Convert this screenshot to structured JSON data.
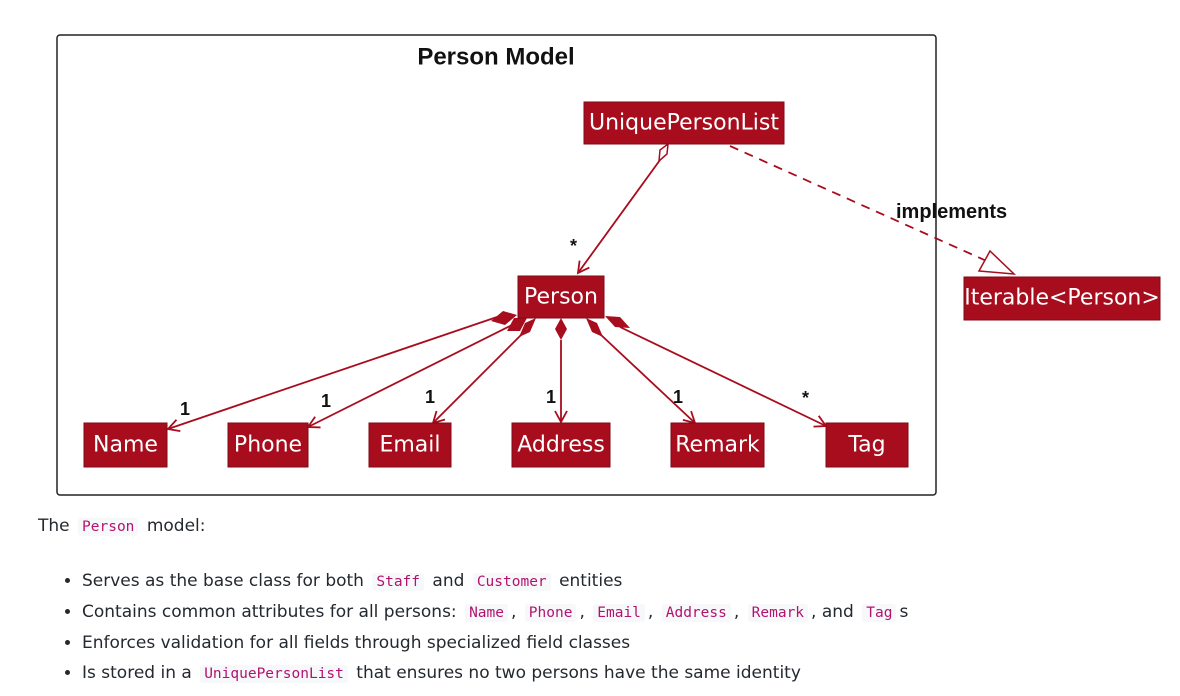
{
  "diagram": {
    "title": "Person Model",
    "classes": {
      "unique_person_list": "UniquePersonList",
      "person": "Person",
      "iterable": "Iterable<Person>",
      "name": "Name",
      "phone": "Phone",
      "email": "Email",
      "address": "Address",
      "remark": "Remark",
      "tag": "Tag"
    },
    "edge_labels": {
      "implements": "implements",
      "list_to_person": "*",
      "to_name": "1",
      "to_phone": "1",
      "to_email": "1",
      "to_address": "1",
      "to_remark": "1",
      "to_tag": "*"
    }
  },
  "description": {
    "intro": {
      "pre": "The",
      "code": "Person",
      "post": "model:"
    },
    "bullets": [
      {
        "parts": [
          "Serves as the base class for both",
          "Staff",
          "and",
          "Customer",
          "entities"
        ]
      },
      {
        "parts": [
          "Contains common attributes for all persons:",
          "Name",
          ",",
          "Phone",
          ",",
          "Email",
          ",",
          "Address",
          ",",
          "Remark",
          ", and",
          "Tag",
          "s"
        ]
      },
      {
        "parts": [
          "Enforces validation for all fields through specialized field classes"
        ]
      },
      {
        "parts": [
          "Is stored in a",
          "UniquePersonList",
          "that ensures no two persons have the same identity"
        ]
      }
    ]
  }
}
